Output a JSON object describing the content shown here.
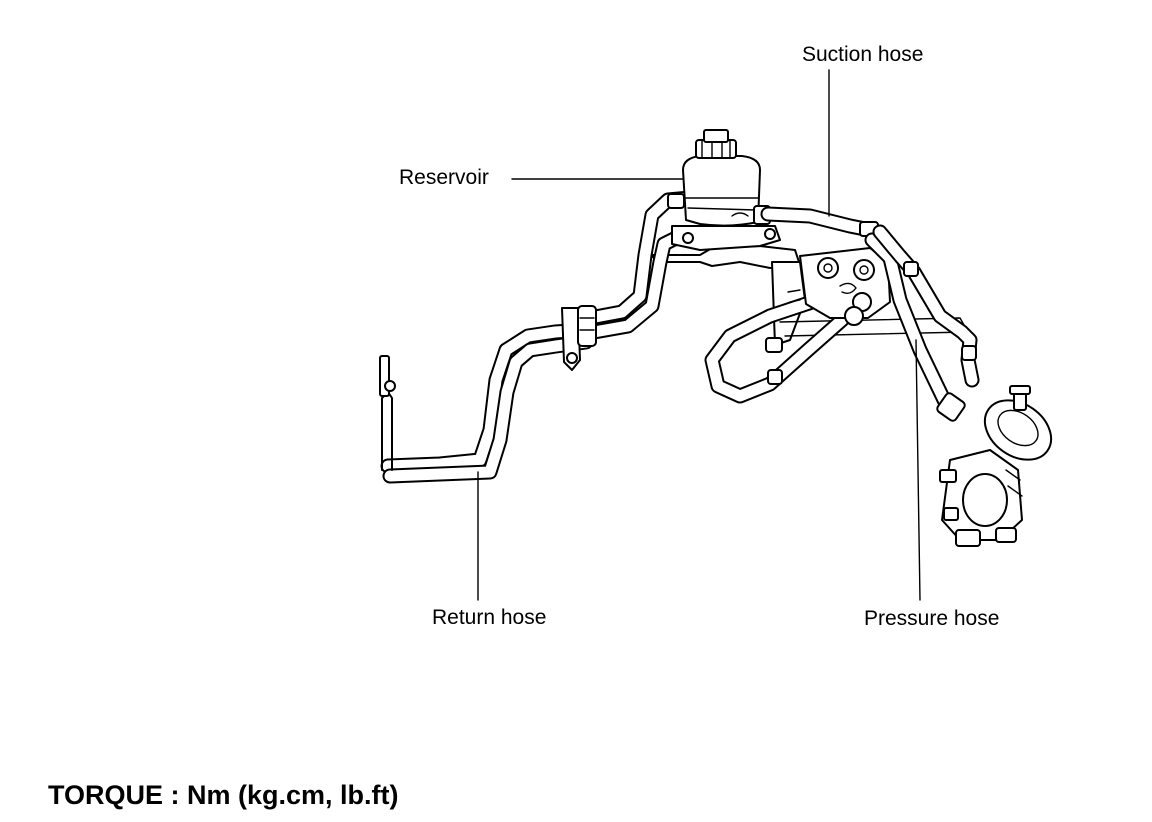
{
  "labels": {
    "suction_hose": "Suction hose",
    "reservoir": "Reservoir",
    "return_hose": "Return hose",
    "pressure_hose": "Pressure hose"
  },
  "footer": {
    "torque": "TORQUE : Nm (kg.cm, lb.ft)"
  }
}
